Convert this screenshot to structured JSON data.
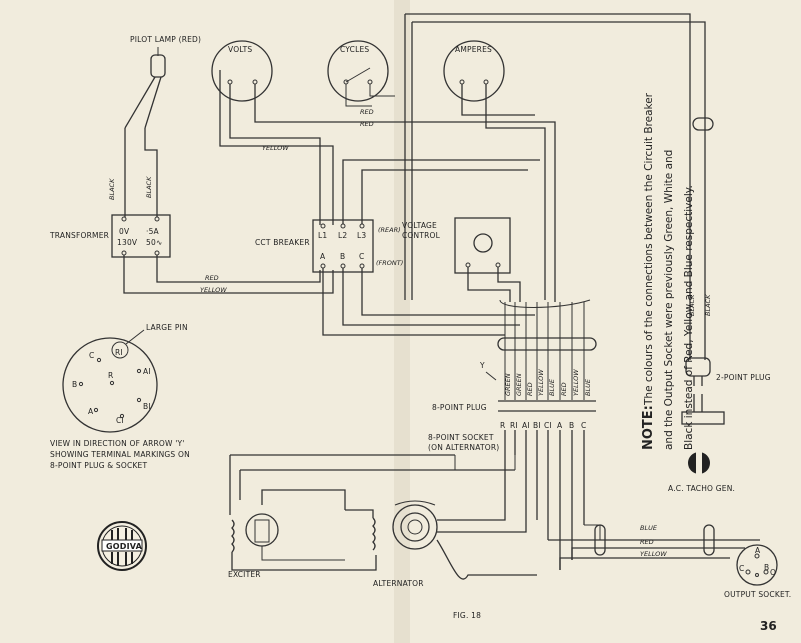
{
  "labels": {
    "pilot_lamp": "PILOT LAMP (RED)",
    "volts": "VOLTS",
    "cycles": "CYCLES",
    "amperes": "AMPERES",
    "transformer": "TRANSFORMER",
    "cct_breaker": "CCT BREAKER",
    "rear": "(REAR)",
    "front": "(FRONT)",
    "voltage_control_1": "VOLTAGE",
    "voltage_control_2": "CONTROL",
    "large_pin": "LARGE PIN",
    "view_caption_1": "VIEW IN DIRECTION OF ARROW 'Y'",
    "view_caption_2": "SHOWING TERMINAL MARKINGS ON",
    "view_caption_3": "8-POINT PLUG & SOCKET",
    "plug_8": "8-POINT PLUG",
    "socket_8_1": "8-POINT SOCKET",
    "socket_8_2": "(ON ALTERNATOR)",
    "two_point_plug": "2-POINT PLUG",
    "tacho_gen": "A.C. TACHO GEN.",
    "exciter": "EXCITER",
    "alternator": "ALTERNATOR",
    "output_socket": "OUTPUT SOCKET.",
    "fig": "FIG. 18",
    "page_number": "36",
    "logo": "GODIVA",
    "arrow_y": "Y"
  },
  "transformer_terminals": {
    "t1": "0V",
    "t2": "·5A",
    "t3": "130V",
    "t4": "50∿"
  },
  "breaker_terminals": {
    "top": [
      "L1",
      "L2",
      "L3"
    ],
    "bottom": [
      "A",
      "B",
      "C"
    ]
  },
  "pin_view": [
    "RI",
    "C",
    "AI",
    "B",
    "R",
    "BI",
    "A",
    "CI"
  ],
  "plug_terminals": [
    "R",
    "RI",
    "AI",
    "BI",
    "CI",
    "A",
    "B",
    "C"
  ],
  "plug_wire_colours": [
    "GREEN",
    "GREEN",
    "RED",
    "YELLOW",
    "BLUE",
    "RED",
    "YELLOW",
    "BLUE"
  ],
  "output_terminals": [
    "A",
    "C",
    "B",
    "O"
  ],
  "wires": {
    "black": "BLACK",
    "red": "RED",
    "yellow": "YELLOW",
    "blue": "BLUE"
  },
  "note": {
    "heading": "NOTE:",
    "line1": "The colours of the connections between the Circuit Breaker",
    "line2": "and the Output Socket were previously Green, White and",
    "line3": "Black instead of Red, Yellow and Blue respectively."
  }
}
